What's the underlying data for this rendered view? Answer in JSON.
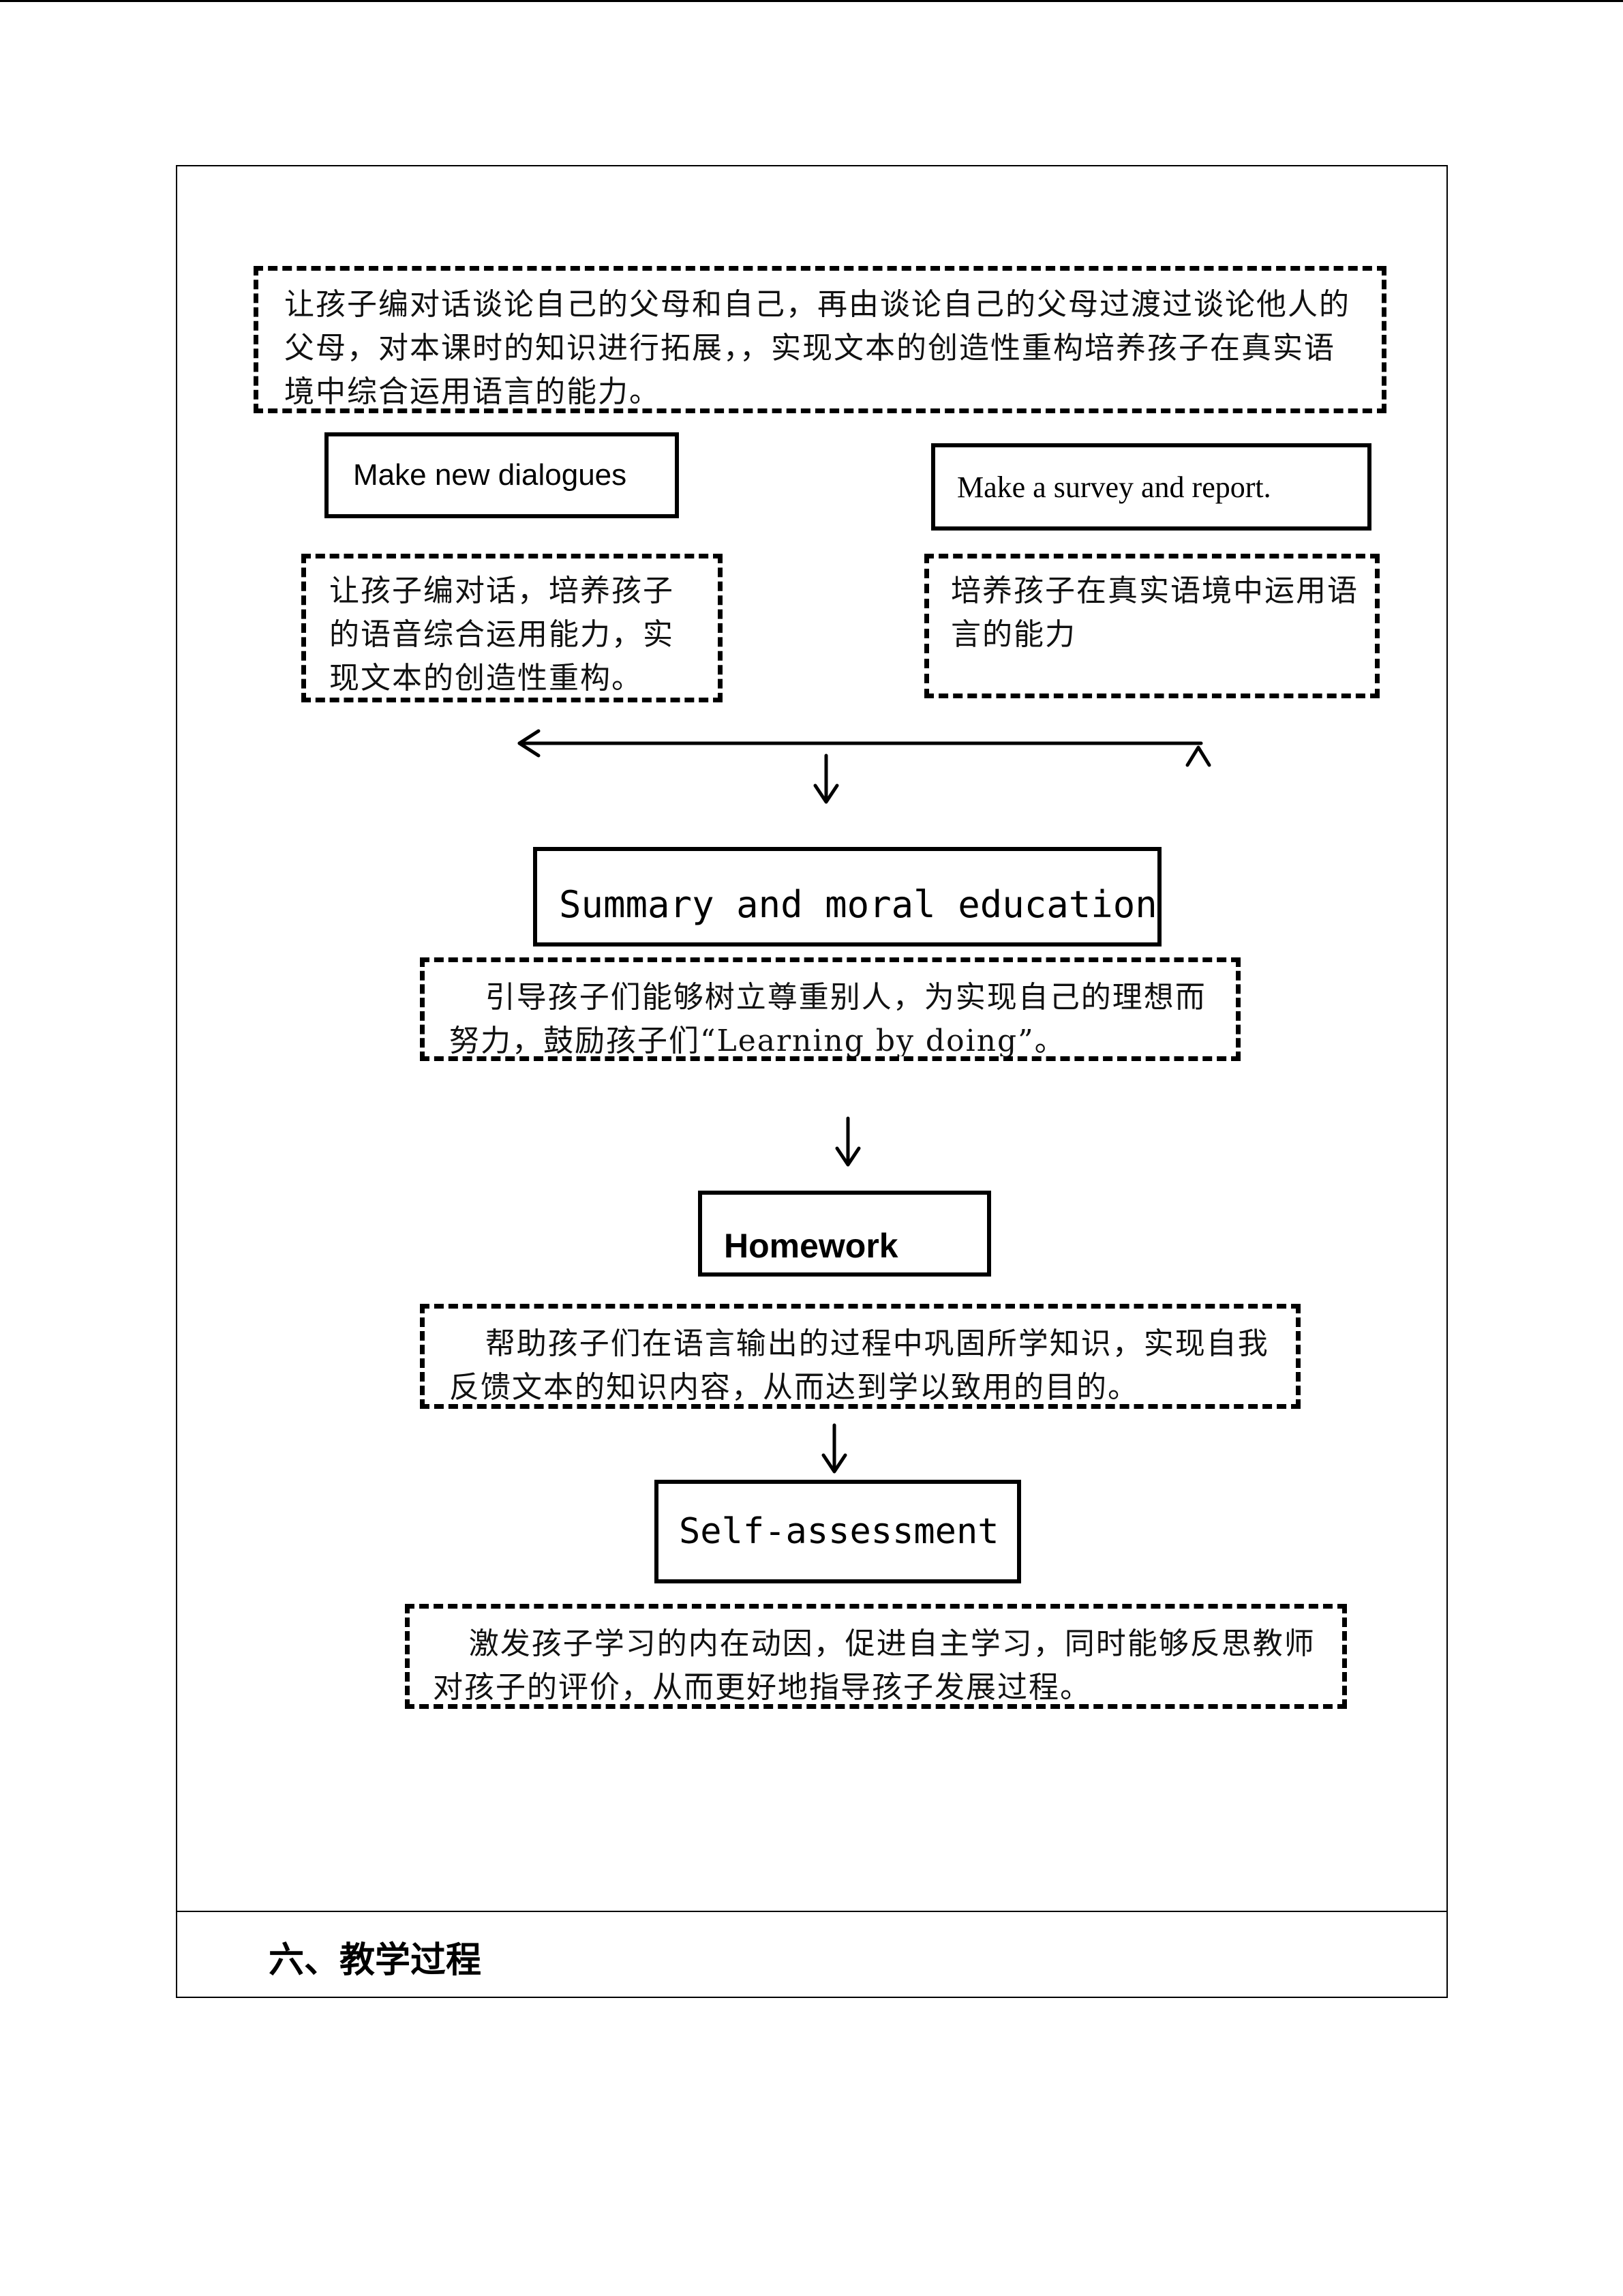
{
  "flow": {
    "intro_note": "让孩子编对话谈论自己的父母和自己，再由谈论自己的父母过渡过谈论他人的父母，对本课时的知识进行拓展，，实现文本的创造性重构培养孩子在真实语境中综合运用语言的能力。",
    "left_step": {
      "label": "Make new dialogues",
      "note": "让孩子编对话，培养孩子的语音综合运用能力，实现文本的创造性重构。"
    },
    "right_step": {
      "label": "Make a survey and report.",
      "note": "培养孩子在真实语境中运用语言的能力"
    },
    "summary_step": {
      "label": "Summary and moral education",
      "note": "引导孩子们能够树立尊重别人，为实现自己的理想而努力，鼓励孩子们“Learning by doing”。"
    },
    "homework_step": {
      "label": "Homework",
      "note": "帮助孩子们在语言输出的过程中巩固所学知识，实现自我反馈文本的知识内容，从而达到学以致用的目的。"
    },
    "assessment_step": {
      "label": "Self-assessment",
      "note": "激发孩子学习的内在动因，促进自主学习，同时能够反思教师对孩子的评价，从而更好地指导孩子发展过程。"
    }
  },
  "section_heading": "六、教学过程"
}
